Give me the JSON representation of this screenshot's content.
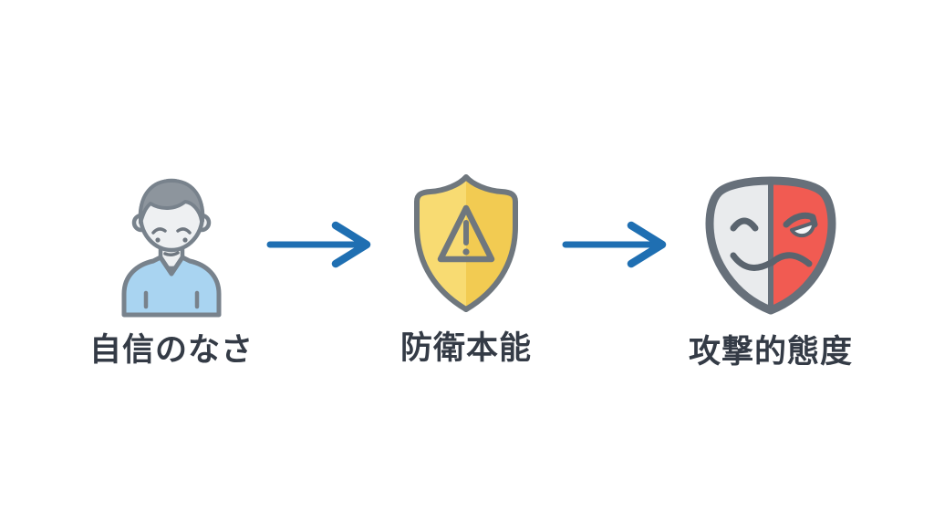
{
  "diagram": {
    "background": "#FFFFFF",
    "arrow_color": "#1F6FB2",
    "label_color": "#343B46",
    "steps": [
      {
        "label": "自信のなさ",
        "icon": "sad-person-icon"
      },
      {
        "label": "防衛本能",
        "icon": "warning-shield-icon"
      },
      {
        "label": "攻撃的態度",
        "icon": "two-faced-mask-icon"
      }
    ],
    "palette": {
      "person_hair": "#8D959D",
      "person_skin": "#EEF0F2",
      "person_shirt": "#A9D4F1",
      "person_outline": "#78828C",
      "person_features": "#6F7780",
      "shield_fill_left": "#F8DB72",
      "shield_fill_right": "#F2CB52",
      "shield_outline": "#6F777E",
      "mask_left_fill": "#E9EBED",
      "mask_right_fill": "#F15B52",
      "mask_outline": "#67707A",
      "mask_features": "#5A646E",
      "mask_eye_white": "#F7F8F9"
    }
  }
}
